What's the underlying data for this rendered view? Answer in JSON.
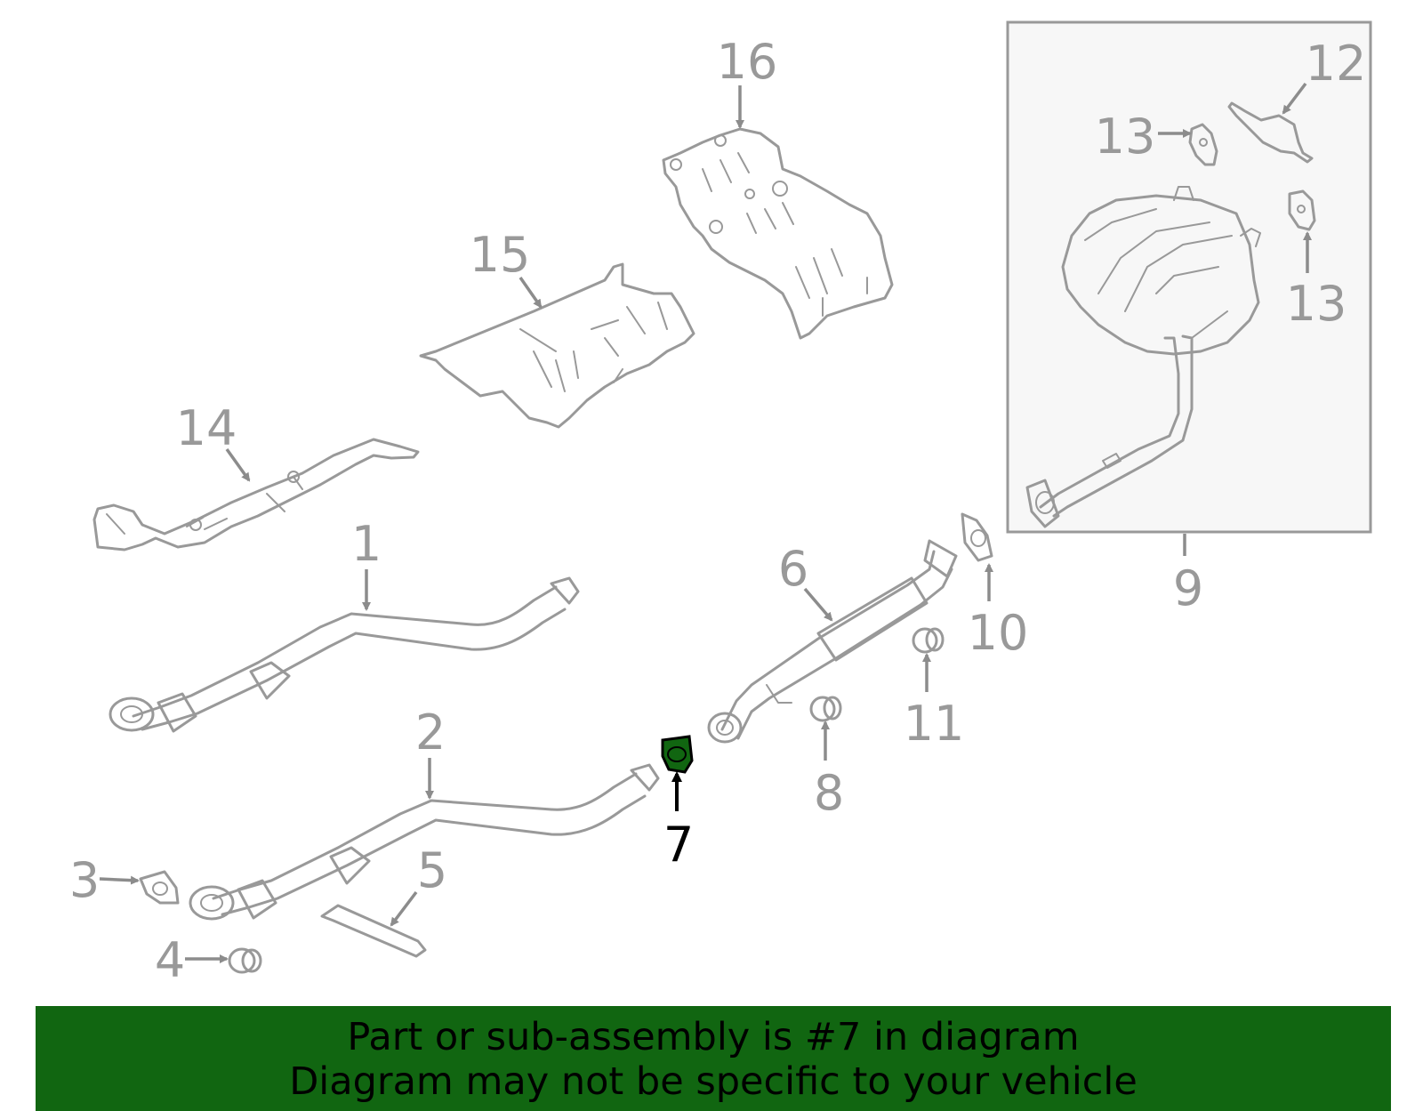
{
  "callouts": {
    "c1": "1",
    "c2": "2",
    "c3": "3",
    "c4": "4",
    "c5": "5",
    "c6": "6",
    "c7": "7",
    "c8": "8",
    "c9": "9",
    "c10": "10",
    "c11": "11",
    "c12": "12",
    "c13a": "13",
    "c13b": "13",
    "c14": "14",
    "c15": "15",
    "c16": "16"
  },
  "highlight": {
    "part": "7",
    "color": "#116611"
  },
  "banner": {
    "line1": "Part or sub-assembly is #7 in diagram",
    "line2": "Diagram may not be specific to your vehicle",
    "background": "#116611"
  }
}
